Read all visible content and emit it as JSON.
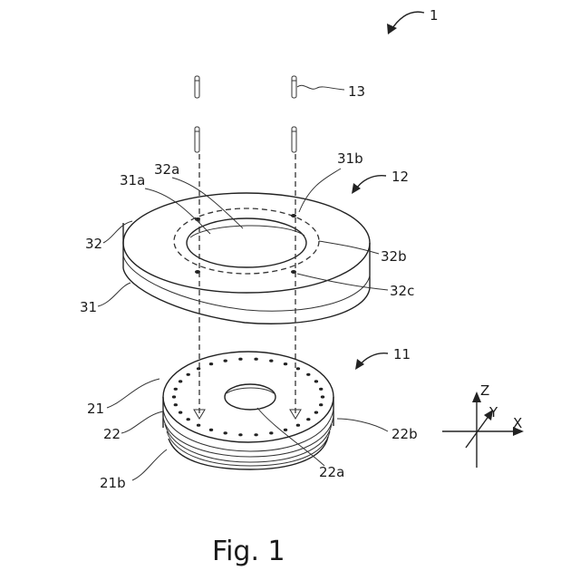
{
  "figure": {
    "caption": "Fig. 1",
    "labels": {
      "assembly": "1",
      "pins": "13",
      "upper_part": "12",
      "lower_part": "11",
      "l31a": "31a",
      "l32a": "32a",
      "l31b": "31b",
      "l32": "32",
      "l32b": "32b",
      "l31": "31",
      "l32c": "32c",
      "l21": "21",
      "l22": "22",
      "l22b": "22b",
      "l21b": "21b",
      "l22a": "22a"
    },
    "axes": {
      "z": "Z",
      "y": "Y",
      "x": "X"
    }
  }
}
